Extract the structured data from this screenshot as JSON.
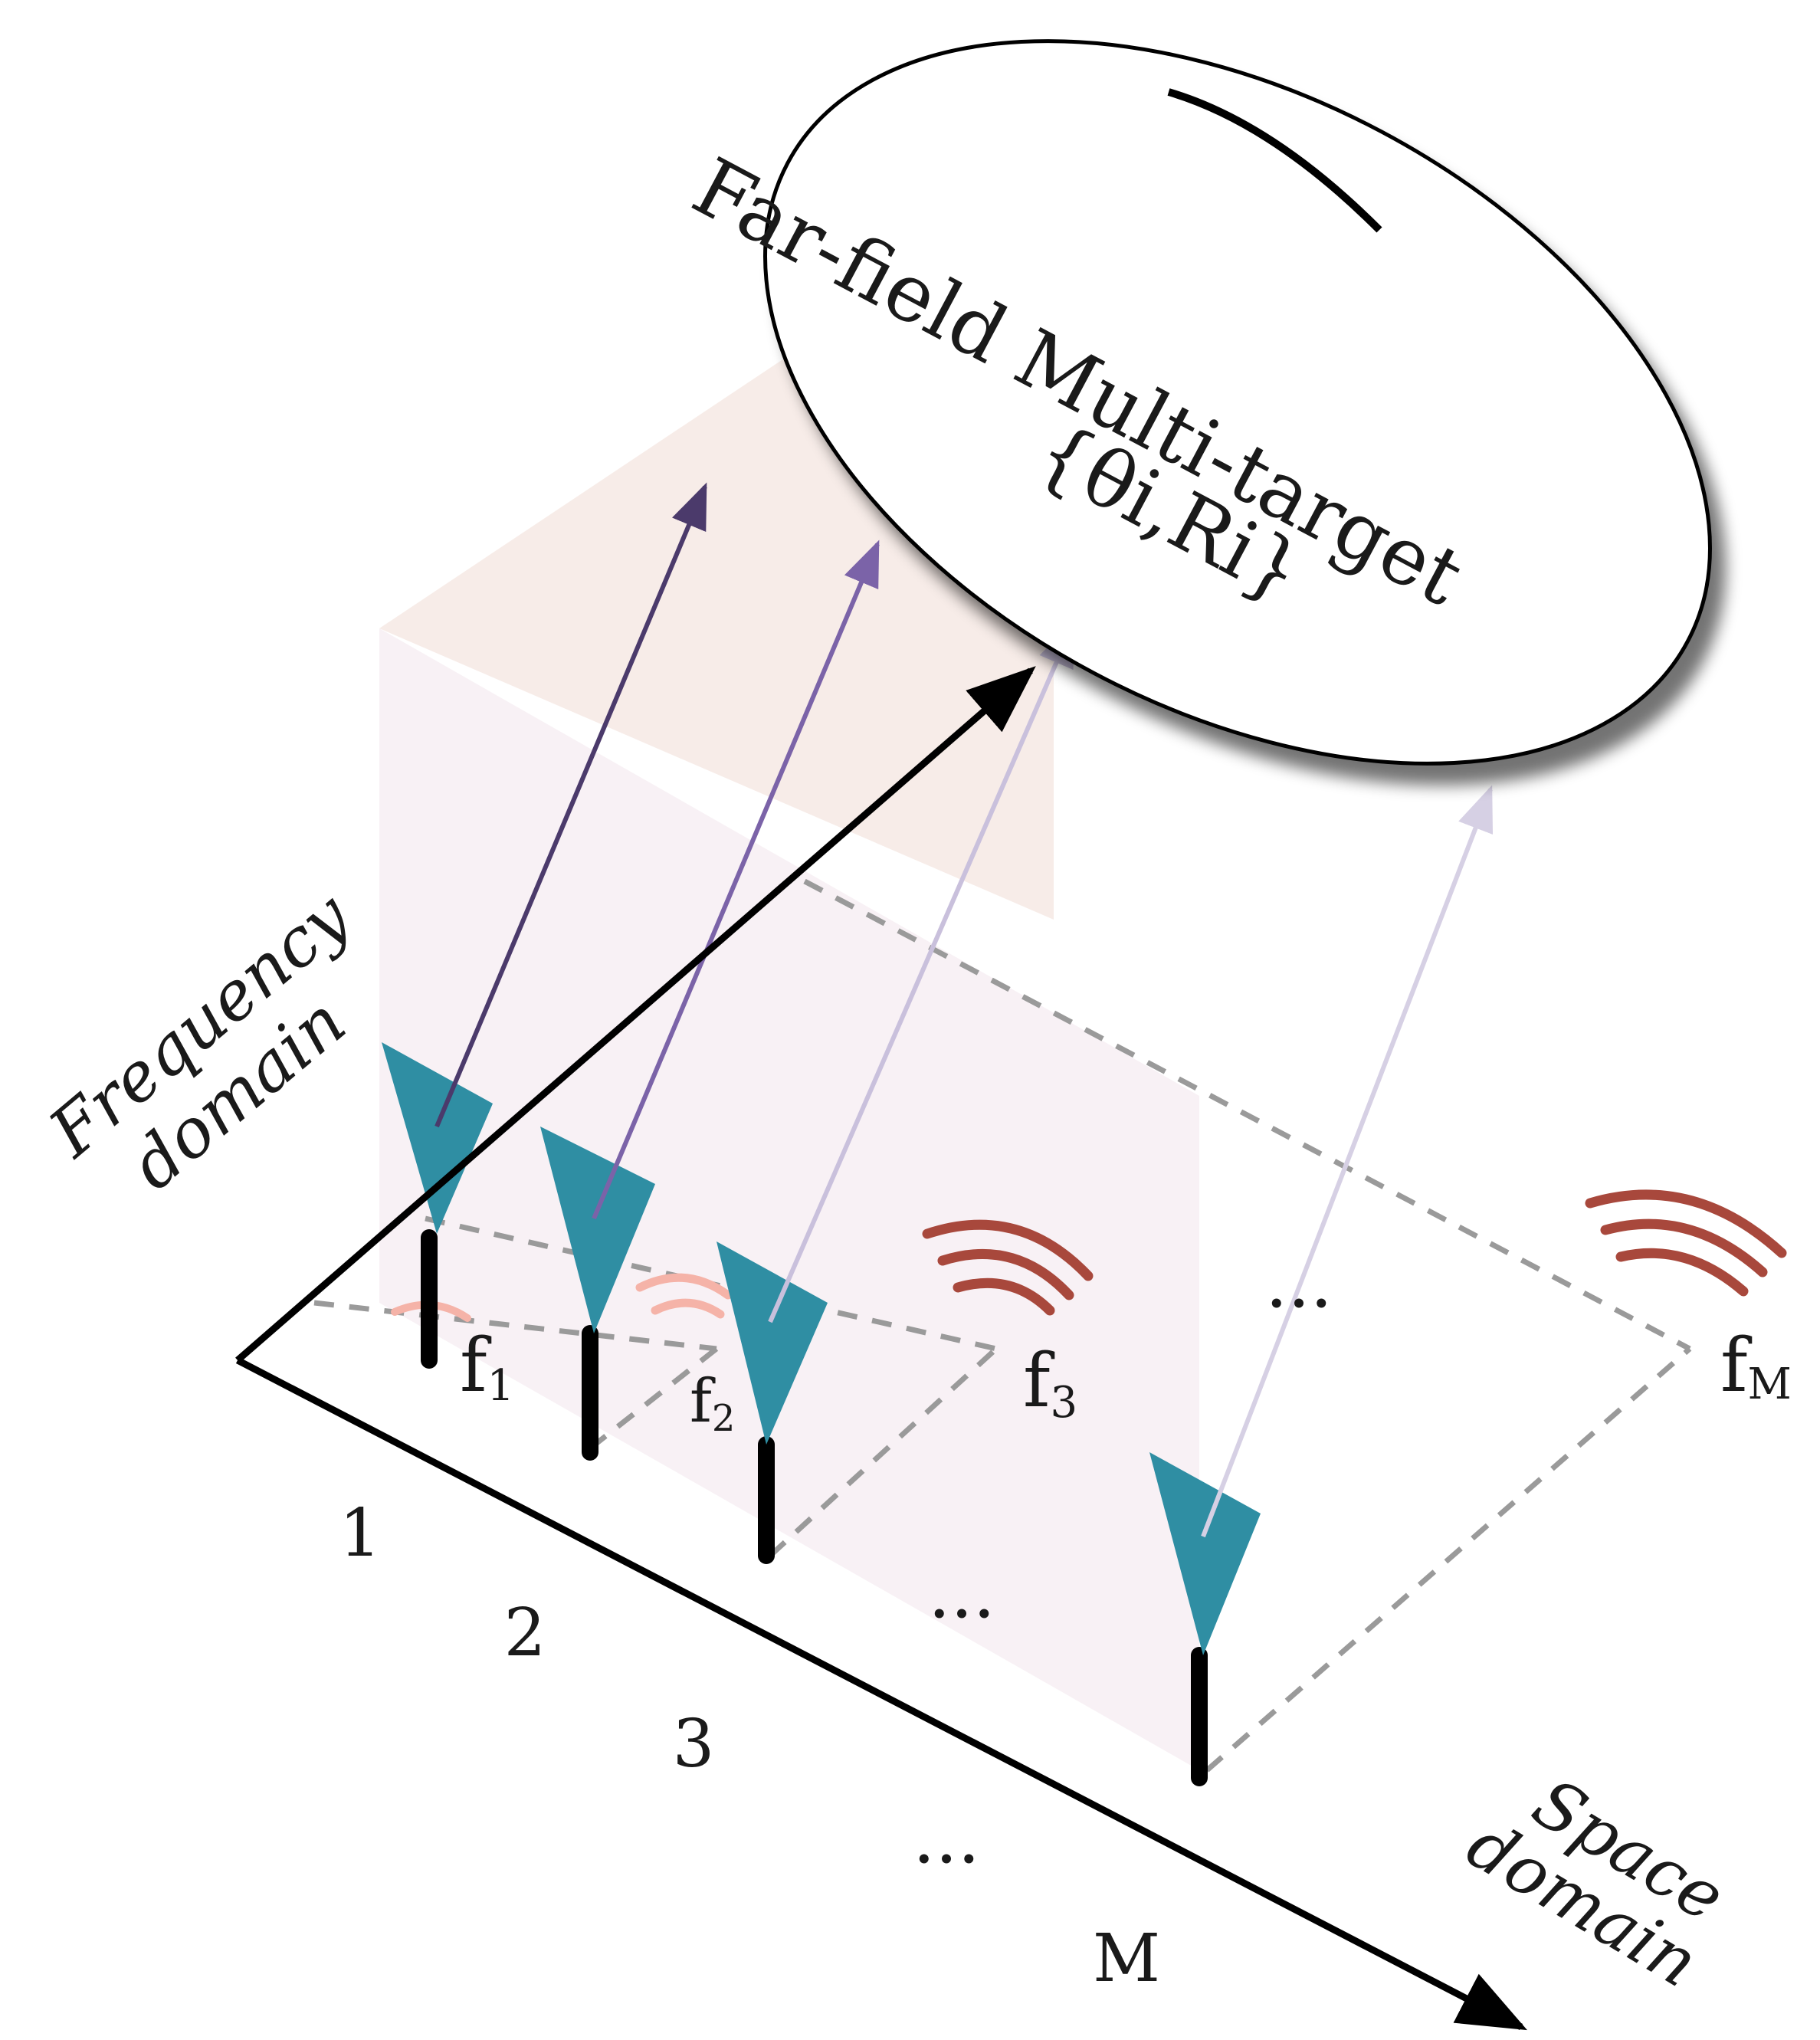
{
  "target": {
    "title": "Far-field Multi-target",
    "params": "{θi,Ri}"
  },
  "axes": {
    "frequency_line1": "Frequency",
    "frequency_line2": "domain",
    "space_line1": "Space",
    "space_line2": "domain"
  },
  "space_ticks": [
    "1",
    "2",
    "3",
    "...",
    "M"
  ],
  "freq_labels": [
    {
      "base": "f",
      "sub": "1"
    },
    {
      "base": "f",
      "sub": "2"
    },
    {
      "base": "f",
      "sub": "3"
    },
    {
      "base": "f",
      "sub": "M"
    }
  ],
  "freq_ellipsis": "...",
  "array_ellipsis": "...",
  "colors": {
    "antenna": "#2f8ea3",
    "arrow_1": "#4b3a6b",
    "arrow_2": "#7b63a8",
    "arrow_3": "#c9c0dc",
    "arrow_4": "#d6d0e4",
    "axis": "#000000",
    "grid_dash": "#9a9a9a",
    "wave_light": "#f5b3a8",
    "wave_dark": "#a8483c",
    "plane_pink": "#f4e7ef",
    "plane_peach": "#f0ddd6"
  }
}
